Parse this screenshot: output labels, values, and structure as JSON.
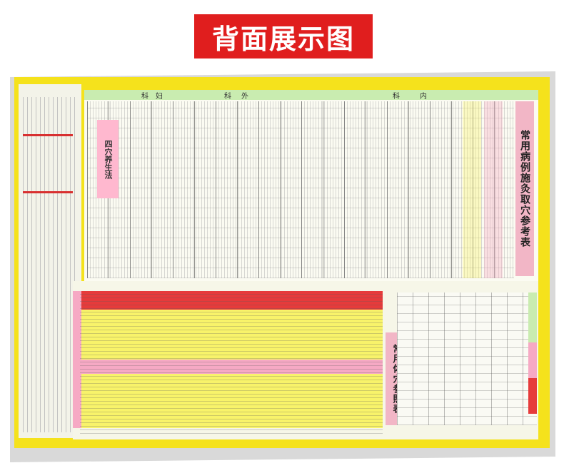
{
  "banner": {
    "title": "背面展示图"
  },
  "poster": {
    "top_table_title": "常用病例施灸取穴参考表",
    "bottom_table_title": "常用体穴参照表",
    "left_section_title": "四穴养生法",
    "top_categories": [
      "内",
      "科",
      "外",
      "科",
      "妇",
      "科"
    ],
    "colors": {
      "banner": "#e01e1e",
      "poster_border": "#f5e21c",
      "title_pink": "#f2b6c6",
      "header_green": "#c9ecb0",
      "row_yellow": "#f8f36a",
      "row_pink": "#f6a9c4",
      "row_red": "#e63b3b"
    }
  }
}
